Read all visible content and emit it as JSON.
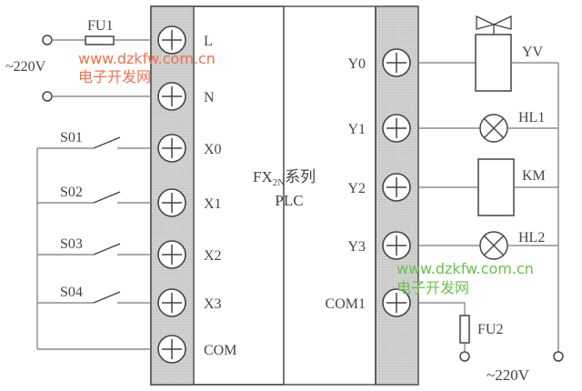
{
  "diagram": {
    "title": "FX2N系列 PLC wiring diagram",
    "plc": {
      "name_prefix": "FX",
      "name_subscript": "2N",
      "name_suffix": "系列",
      "name_line2": "PLC"
    },
    "left_terminals": [
      "L",
      "N",
      "X0",
      "X1",
      "X2",
      "X3",
      "COM"
    ],
    "right_terminals": [
      "Y0",
      "Y1",
      "Y2",
      "Y3",
      "COM1"
    ],
    "power_input": {
      "label": "~220V",
      "fuse": "FU1"
    },
    "switches": [
      "S01",
      "S02",
      "S03",
      "S04"
    ],
    "loads": [
      {
        "label": "YV",
        "type": "solenoid-valve",
        "terminal": "Y0"
      },
      {
        "label": "HL1",
        "type": "lamp",
        "terminal": "Y1"
      },
      {
        "label": "KM",
        "type": "contactor-coil",
        "terminal": "Y2"
      },
      {
        "label": "HL2",
        "type": "lamp",
        "terminal": "Y3"
      }
    ],
    "output_power": {
      "label": "~220V",
      "fuse": "FU2"
    },
    "watermarks": [
      {
        "url": "www.dzkfw.com.cn",
        "name": "电子开发网",
        "color": "#f07048"
      },
      {
        "url": "www.dzkfw.com.cn",
        "name": "电子开发网",
        "color": "#6cc04a"
      }
    ],
    "colors": {
      "terminal_strip": "#cfcfcf",
      "line": "#777777",
      "text": "#444444"
    }
  }
}
